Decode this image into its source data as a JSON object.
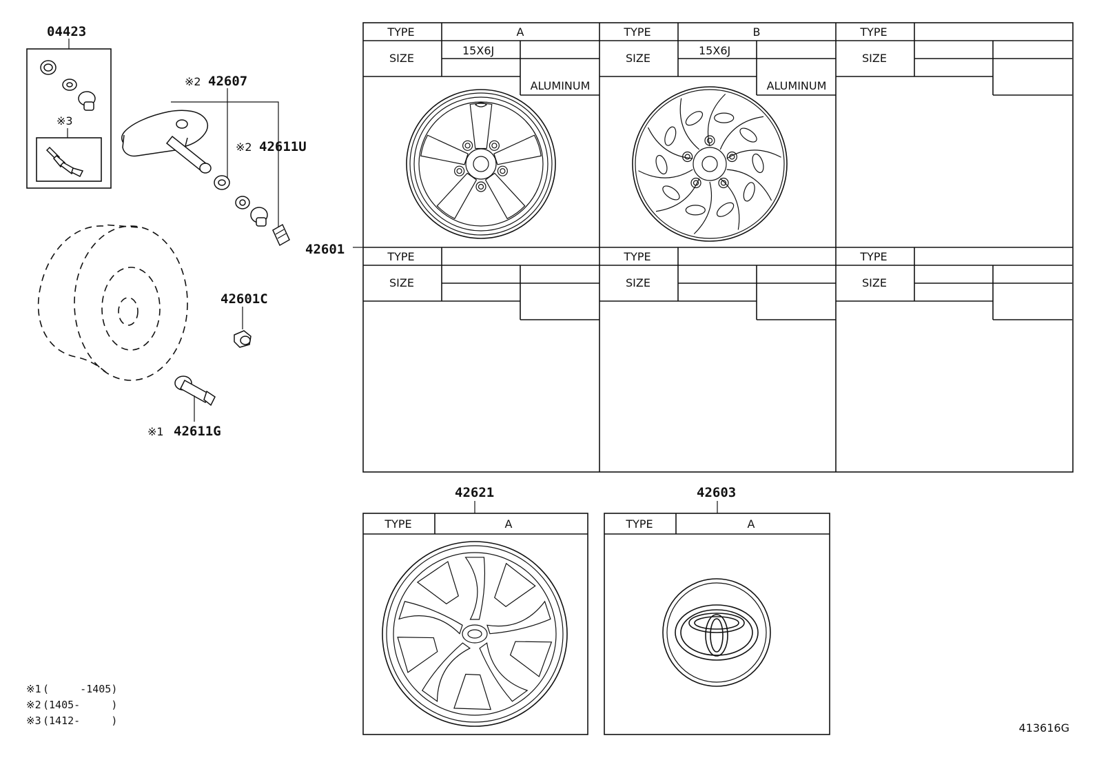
{
  "parts": {
    "valve_kit": "04423",
    "sensor": "42607",
    "sensor_mark": "※2",
    "valve_cap": "42611U",
    "valve_cap_mark": "※2",
    "kit_insert_mark": "※3",
    "wheel": "42601",
    "hub_nut": "42601C",
    "valve": "42611G",
    "valve_mark": "※1",
    "ornament": "42621",
    "center_cap": "42603"
  },
  "wheel_table": {
    "type_label": "TYPE",
    "size_label": "SIZE",
    "cells": [
      {
        "type": "A",
        "size": "15X6J",
        "material": "ALUMINUM"
      },
      {
        "type": "B",
        "size": "15X6J",
        "material": "ALUMINUM"
      },
      {
        "type": "",
        "size": "",
        "material": ""
      },
      {
        "type": "",
        "size": "",
        "material": ""
      },
      {
        "type": "",
        "size": "",
        "material": ""
      },
      {
        "type": "",
        "size": "",
        "material": ""
      }
    ]
  },
  "ornament_box": {
    "type_label": "TYPE",
    "type": "A"
  },
  "cap_box": {
    "type_label": "TYPE",
    "type": "A"
  },
  "notes": [
    {
      "mark": "※1",
      "range": "(     -1405)"
    },
    {
      "mark": "※2",
      "range": "(1405-     )"
    },
    {
      "mark": "※3",
      "range": "(1412-     )"
    }
  ],
  "diagram_code": "413616G"
}
